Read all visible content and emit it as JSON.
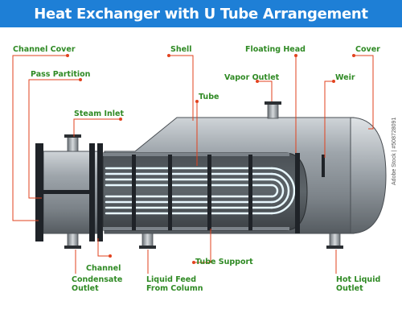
{
  "title": "Heat Exchanger with U Tube Arrangement",
  "labels": {
    "channel_cover": "Channel Cover",
    "pass_partition": "Pass Partition",
    "steam_inlet": "Steam Inlet",
    "shell": "Shell",
    "floating_head": "Floating Head",
    "cover": "Cover",
    "vapor_outlet": "Vapor Outlet",
    "weir": "Weir",
    "tube": "Tube",
    "channel": "Channel",
    "tube_support": "Tube Support",
    "condensate_outlet_line1": "Condensate",
    "condensate_outlet_line2": "Outlet",
    "liquid_feed_line1": "Liquid Feed",
    "liquid_feed_line2": "From Column",
    "hot_liquid_line1": "Hot Liquid",
    "hot_liquid_line2": "Outlet"
  },
  "watermark": "Adobe Stock | #508728091",
  "colors": {
    "title_bg": "#1e7fd6",
    "label_text": "#2f8a24",
    "leader_line": "#e2421e",
    "shell_metal": "#8f969c",
    "flange": "#1f2328",
    "tube": "#e8f8ff"
  }
}
